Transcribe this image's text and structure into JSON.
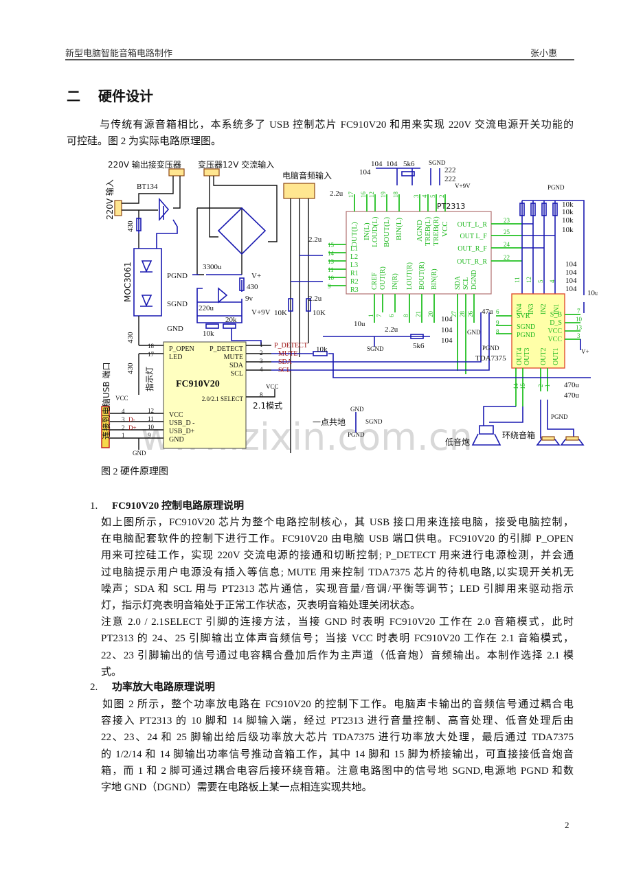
{
  "header": {
    "title": "新型电脑智能音箱电路制作",
    "author": "张小惠"
  },
  "section": {
    "number": "二",
    "title": "硬件设计"
  },
  "intro": {
    "lines": [
      "与传统有源音箱相比，本系统多了 USB 控制芯片 FC910V20 和用来实现 220V 交流电源开关功能的",
      "可控硅。图 2 为实际电路原理图。"
    ]
  },
  "schematic": {
    "watermark": "www.zixin.com.cn",
    "top": {
      "out220": "220V 输出接变压器",
      "trans12": "变压器12V 交流输入",
      "audio_in": "电脑音频输入",
      "in220": "220V 输入",
      "bt134": "BT134",
      "moc": "MOC3061",
      "usb_port": "连接到电脑USB 端口",
      "indicator": "指示灯",
      "mode21": "2.1模式",
      "common_gnd": "一点共地",
      "subwoofer": "低音炮",
      "surround": "环绕音箱"
    },
    "power": {
      "pgnd": "PGND",
      "sgnd": "SGND",
      "c3300": "3300u",
      "r430": "430",
      "v9": "9v",
      "c220": "220u",
      "v9v": "V+9V",
      "r20k": "20k",
      "r10k": "10k",
      "vplus": "V+",
      "gnd": "GND",
      "r10K": "10K",
      "c22": "2.2u"
    },
    "fc910": {
      "name": "FC910V20",
      "left": [
        "P_OPEN",
        "LED",
        "VCC",
        "USB_D -",
        "USB_D+",
        "GND"
      ],
      "left_pins": [
        "18",
        "17",
        "12",
        "11",
        "10",
        "9"
      ],
      "right": [
        "P_DETECT",
        "MUTE",
        "SDA",
        "SCL"
      ],
      "right_pins": [
        "1",
        "2",
        "3",
        "4"
      ],
      "nets": [
        "P_DETECT",
        "MUTE",
        "SDA",
        "SCL"
      ],
      "select": "2.0/2.1 SELECT",
      "select_pin": "8",
      "vcc": "VCC",
      "mute_r": "10k"
    },
    "usb": {
      "pins": [
        "4",
        "3",
        "2",
        "1"
      ],
      "dm": "D-",
      "dp": "D+",
      "vcc": "VCC",
      "gnd": "GND"
    },
    "pt2313": {
      "name": "PT2313",
      "top": [
        "OUT(L)",
        "IN(L)",
        "LOUD(L)",
        "BOUT(L)",
        "BIN(L)",
        "AGND",
        "TREB(L)",
        "TREB(R)",
        "VCC"
      ],
      "top_pins": [
        "17",
        "16",
        "12",
        "19",
        "18",
        "3",
        "4",
        "5",
        "2"
      ],
      "left": [
        "L1",
        "L2",
        "L3",
        "R1",
        "R2",
        "R3"
      ],
      "left_pins": [
        "15",
        "14",
        "13",
        "11",
        "10",
        "9"
      ],
      "right": [
        "OUT_L_R",
        "OUT L_F",
        "OUT_R_F",
        "OUT_R_R"
      ],
      "right_pins": [
        "23",
        "25",
        "24",
        "22"
      ],
      "bottom": [
        "CREF",
        "OUT(R)",
        "IN(R)",
        "LOUT(R)",
        "BOUT(R)",
        "BIN(R)",
        "SDA",
        "SCL",
        "DGND"
      ],
      "bottom_pins": [
        "1",
        "7",
        "6",
        "8",
        "21",
        "20",
        "27",
        "28",
        "26"
      ]
    },
    "parts": {
      "c104": "104",
      "r5k6": "5k6",
      "c222": "222",
      "c10u": "10u",
      "c47u": "47u",
      "c470u": "470u",
      "r10k": "10k"
    },
    "tda": {
      "name": "TDA7375",
      "top": [
        "IN4",
        "IN3",
        "IN2",
        "IN1"
      ],
      "top_pins": [
        "11",
        "12",
        "5",
        "4"
      ],
      "left": [
        "SVR",
        "SGND",
        "PGND"
      ],
      "left_pins": [
        "6",
        "9",
        "8"
      ],
      "right": [
        "S_B",
        "D_S",
        "VCC",
        "VCC"
      ],
      "right_pins": [
        "7",
        "10",
        "13",
        "3"
      ],
      "bottom": [
        "OUT4",
        "OUT3",
        "OUT2",
        "OUT1"
      ],
      "bottom_pins": [
        "14",
        "15",
        "2",
        "1"
      ]
    },
    "caption": "图 2  硬件原理图"
  },
  "s1": {
    "num": "1.",
    "title": "FC910V20 控制电路原理说明",
    "lines": [
      "如上图所示，FC910V20 芯片为整个电路控制核心，其 USB 接口用来连接电脑，接受电脑控制，",
      "在电脑配套软件的控制下进行工作。FC910V20 由电脑 USB 端口供电。FC910V20 的引脚 P_OPEN",
      "用来可控硅工作，实现 220V 交流电源的接通和切断控制; P_DETECT 用来进行电源检测，并会通",
      "过电脑提示用户电源没有插入等信息; MUTE 用来控制 TDA7375 芯片的待机电路,以实现开关机无",
      "噪声；SDA 和 SCL 用与 PT2313 芯片通信，实现音量/音调/平衡等调节；LED 引脚用来驱动指示",
      "灯，指示灯亮表明音箱处于正常工作状态，灭表明音箱处理关闭状态。",
      "注意 2.0 / 2.1SELECT 引脚的连接方法，当接 GND 时表明 FC910V20 工作在 2.0 音箱模式，此时",
      "PT2313 的 24、25 引脚输出立体声音频信号；当接 VCC 时表明 FC910V20 工作在 2.1 音箱模式，",
      "22、23 引脚输出的信号通过电容耦合叠加后作为主声道（低音炮）音频输出。本制作选择 2.1 模",
      "式。"
    ]
  },
  "s2": {
    "num": "2.",
    "title": "功率放大电路原理说明",
    "lines": [
      "如图 2 所示，整个功率放电路在 FC910V20 的控制下工作。电脑声卡输出的音频信号通过耦合电",
      "容接入 PT2313 的 10 脚和 14 脚输入端，经过 PT2313 进行音量控制、高音处理、低音处理后由",
      "22、23、24 和 25 脚输出给后级功率放大芯片 TDA7375 进行功率放大处理，最后通过 TDA7375",
      "的 1/2/14 和 14 脚输出功率信号推动音箱工作，其中 14 脚和 15 脚为桥接输出，可直接接低音炮音",
      "箱，而 1 和 2 脚可通过耦合电容后接环绕音箱。注意电路图中的信号地 SGND,电源地 PGND 和数",
      "字地 GND（DGND）需要在电路板上某一点相连实现共地。"
    ]
  },
  "footer": {
    "page": "2"
  }
}
